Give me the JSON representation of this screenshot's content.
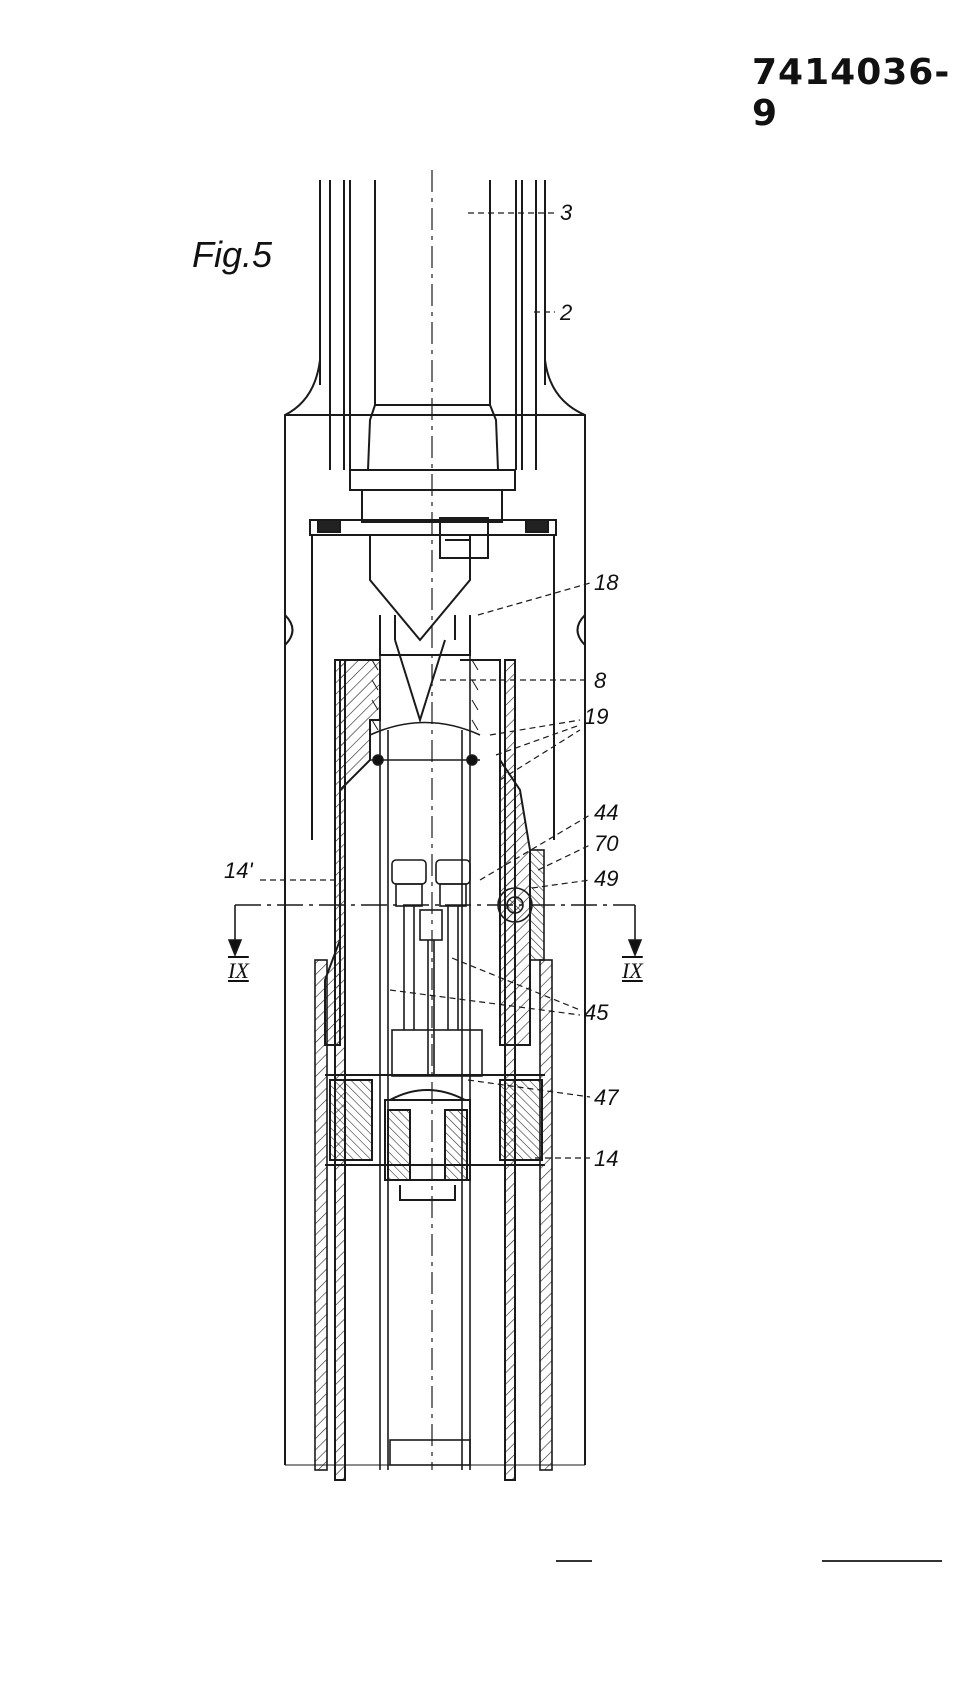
{
  "document": {
    "number": "7414036-9",
    "figure_label": "Fig.5"
  },
  "reference_numerals": {
    "r3": "3",
    "r2": "2",
    "r18": "18",
    "r8": "8",
    "r19": "19",
    "r44": "44",
    "r70": "70",
    "r49": "49",
    "r14p": "14'",
    "r45": "45",
    "r47": "47",
    "r14": "14"
  },
  "section_marks": {
    "left": "IX",
    "right": "IX"
  }
}
